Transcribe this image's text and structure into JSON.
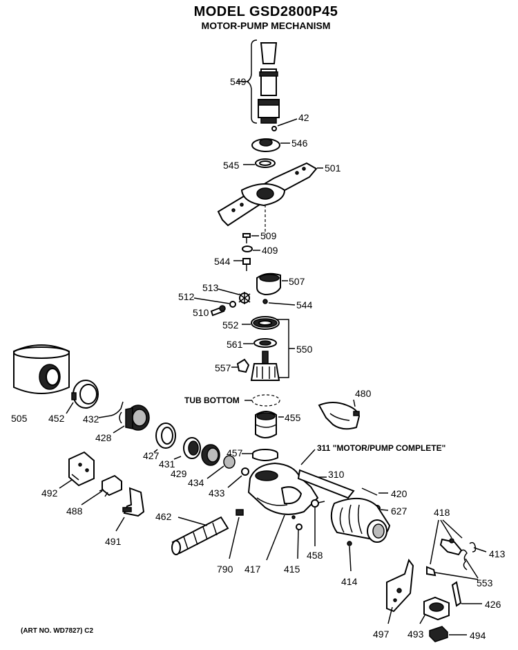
{
  "header": {
    "title": "MODEL GSD2800P45",
    "subtitle": "MOTOR-PUMP MECHANISM"
  },
  "footer": {
    "art_number": "(ART NO. WD7827) C2"
  },
  "callouts": {
    "tub_bottom": "TUB BOTTOM",
    "motor_pump_complete": "311 \"MOTOR/PUMP COMPLETE\""
  },
  "part_numbers": {
    "p549": "549",
    "p42": "42",
    "p546": "546",
    "p545": "545",
    "p501": "501",
    "p509": "509",
    "p409": "409",
    "p544a": "544",
    "p507": "507",
    "p513": "513",
    "p512": "512",
    "p544b": "544",
    "p510": "510",
    "p552": "552",
    "p561": "561",
    "p550": "550",
    "p557": "557",
    "p505": "505",
    "p452": "452",
    "p432": "432",
    "p428": "428",
    "p480": "480",
    "p455": "455",
    "p427": "427",
    "p431": "431",
    "p429": "429",
    "p457": "457",
    "p434": "434",
    "p433": "433",
    "p310": "310",
    "p420": "420",
    "p492": "492",
    "p488": "488",
    "p627": "627",
    "p418": "418",
    "p462": "462",
    "p491": "491",
    "p413": "413",
    "p790": "790",
    "p417": "417",
    "p415": "415",
    "p458": "458",
    "p414": "414",
    "p553": "553",
    "p426": "426",
    "p497": "497",
    "p493": "493",
    "p494": "494"
  }
}
